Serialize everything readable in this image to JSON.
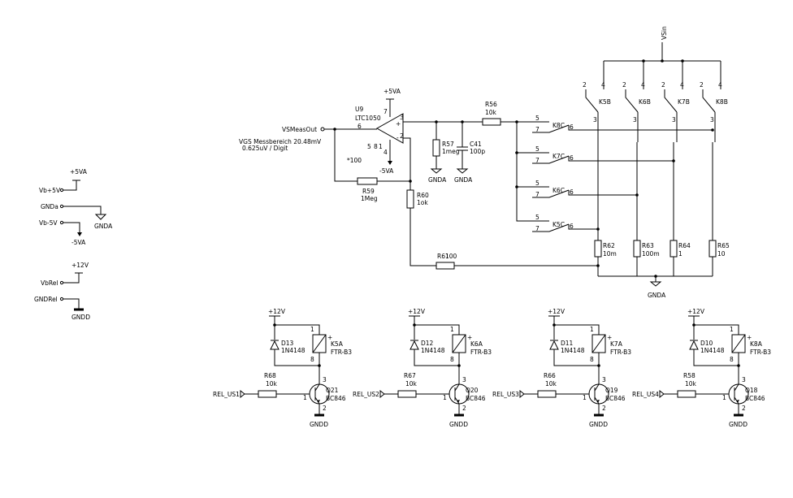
{
  "left_nets": {
    "vb5v": "Vb+5V",
    "p5va": "+5VA",
    "gnda_in": "GNDa",
    "gnda": "GNDA",
    "vbm5v": "Vb-5V",
    "m5va": "-5VA",
    "vbrel": "VbRel",
    "p12v": "+12V",
    "gndrel": "GNDRel",
    "gndd": "GNDD"
  },
  "opamp": {
    "ref": "U9",
    "value": "LTC1050",
    "supply_pos": "+5VA",
    "supply_neg": "-5VA",
    "pin_out": "6",
    "pin_in_plus": "3",
    "pin_in_minus": "2",
    "pin_vp": "7",
    "pin_vm": "4",
    "pin_5": "5",
    "pin_8": "8",
    "pin_1": "1",
    "plus": "+",
    "minus": "-",
    "gain_note": "*100"
  },
  "vsmeas": {
    "label": "VSMeasOut",
    "note1": "VGS Messbereich 20.48mV",
    "note2": "0.625uV / Digit"
  },
  "vsin": "VSin",
  "passives": {
    "r56": {
      "ref": "R56",
      "val": "10k"
    },
    "r57": {
      "ref": "R57",
      "val": "1meg"
    },
    "c41": {
      "ref": "C41",
      "val": "100p"
    },
    "r59": {
      "ref": "R59",
      "val": "1Meg"
    },
    "r60": {
      "ref": "R60",
      "val": "1ok"
    },
    "r61": {
      "ref": "R61",
      "val": "100"
    },
    "r62": {
      "ref": "R62",
      "val": "10m"
    },
    "r63": {
      "ref": "R63",
      "val": "100m"
    },
    "r64": {
      "ref": "R64",
      "val": "1"
    },
    "r65": {
      "ref": "R65",
      "val": "10"
    }
  },
  "gnd_labels": {
    "a1": "GNDA",
    "a2": "GNDA",
    "a3": "-5VA",
    "a4": "GNDA"
  },
  "top_relays": [
    {
      "ref": "K5B",
      "p2": "2",
      "p4": "4",
      "p3": "3"
    },
    {
      "ref": "K6B",
      "p2": "2",
      "p4": "4",
      "p3": "3"
    },
    {
      "ref": "K7B",
      "p2": "2",
      "p4": "4",
      "p3": "3"
    },
    {
      "ref": "K8B",
      "p2": "2",
      "p4": "4",
      "p3": "3"
    }
  ],
  "mid_relays": [
    {
      "ref": "K8C",
      "p5": "5",
      "p7": "7",
      "p6": "6"
    },
    {
      "ref": "K7C",
      "p5": "5",
      "p7": "7",
      "p6": "6"
    },
    {
      "ref": "K6C",
      "p5": "5",
      "p7": "7",
      "p6": "6"
    },
    {
      "ref": "K5C",
      "p5": "5",
      "p7": "7",
      "p6": "6"
    }
  ],
  "drivers": [
    {
      "supply": "+12V",
      "diode": "D13",
      "diode_val": "1N4148",
      "coil": "K5A",
      "coil_val": "FTR-B3",
      "res": "R68",
      "res_val": "10k",
      "q": "Q21",
      "q_val": "BC846",
      "input": "REL_US1",
      "gnd": "GNDD"
    },
    {
      "supply": "+12V",
      "diode": "D12",
      "diode_val": "1N4148",
      "coil": "K6A",
      "coil_val": "FTR-B3",
      "res": "R67",
      "res_val": "10k",
      "q": "Q20",
      "q_val": "BC846",
      "input": "REL_US2",
      "gnd": "GNDD"
    },
    {
      "supply": "+12V",
      "diode": "D11",
      "diode_val": "1N4148",
      "coil": "K7A",
      "coil_val": "FTR-B3",
      "res": "R66",
      "res_val": "10k",
      "q": "Q19",
      "q_val": "BC846",
      "input": "REL_US3",
      "gnd": "GNDD"
    },
    {
      "supply": "+12V",
      "diode": "D10",
      "diode_val": "1N4148",
      "coil": "K8A",
      "coil_val": "FTR-B3",
      "res": "R58",
      "res_val": "10k",
      "q": "Q18",
      "q_val": "BC846",
      "input": "REL_US4",
      "gnd": "GNDD"
    }
  ],
  "coil_pins": {
    "p1": "1",
    "p8": "8",
    "plus": "+"
  },
  "q_pins": {
    "b": "1",
    "c": "3",
    "e": "2"
  }
}
